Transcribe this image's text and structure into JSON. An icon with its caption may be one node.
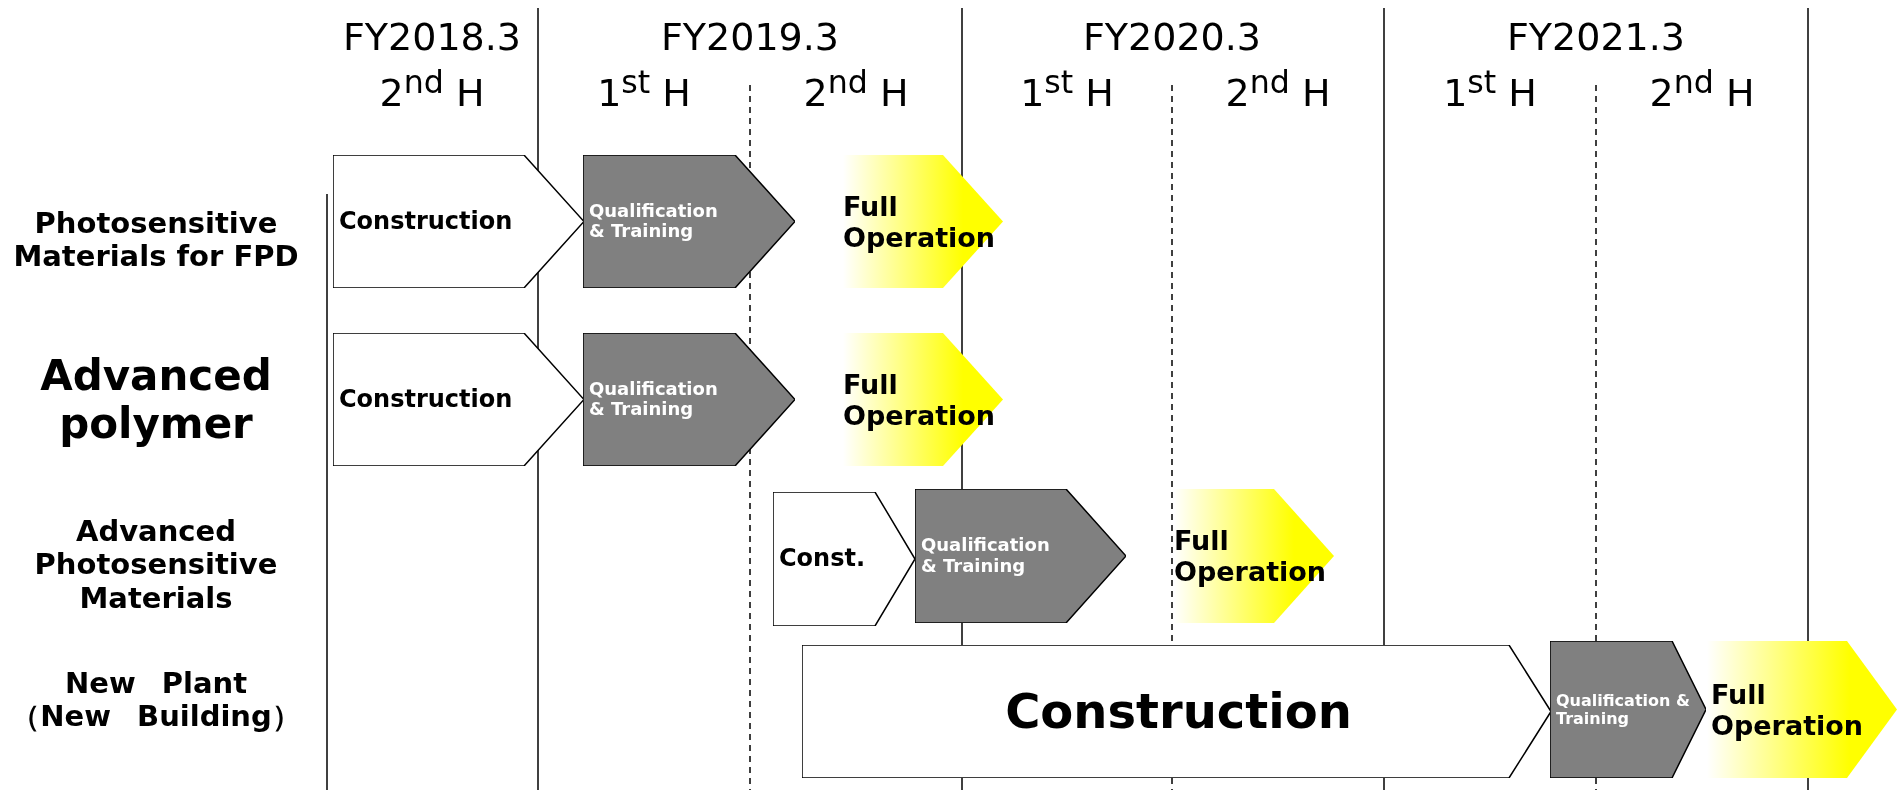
{
  "diagram": {
    "nodes": [
      {
        "text": [
          "Construction"
        ]
      },
      {
        "text": [
          "Qualification & Training"
        ]
      },
      {
        "text": [
          "Full Operation"
        ]
      },
      {
        "text": [
          "Construction"
        ]
      },
      {
        "text": [
          "Qualification & Training"
        ]
      },
      {
        "text": [
          "Full Operation"
        ]
      },
      {
        "text": [
          "Const."
        ]
      },
      {
        "text": [
          "Qualification & Training"
        ]
      },
      {
        "text": [
          "Full Operation"
        ]
      },
      {
        "text": [
          "Construction"
        ]
      },
      {
        "text": [
          "Qualification & Training"
        ]
      },
      {
        "text": [
          "Full Operation"
        ]
      }
    ],
    "edges": [],
    "labels": [
      "FY2018.3",
      "2$^{nd}$ H",
      "FY2019.3",
      "1$^{st}$ H",
      "2$^{nd}$ H",
      "FY2020.3",
      "1$^{st}$ H",
      "2$^{nd}$ H",
      "FY2021.3",
      "1$^{st}$ H",
      "2$^{nd}$ H",
      "Photosensitive Materials for FPD",
      "Advanced polymer",
      "Advanced Photosensitive Materials",
      "New Plant （New Building）"
    ]
  }
}
